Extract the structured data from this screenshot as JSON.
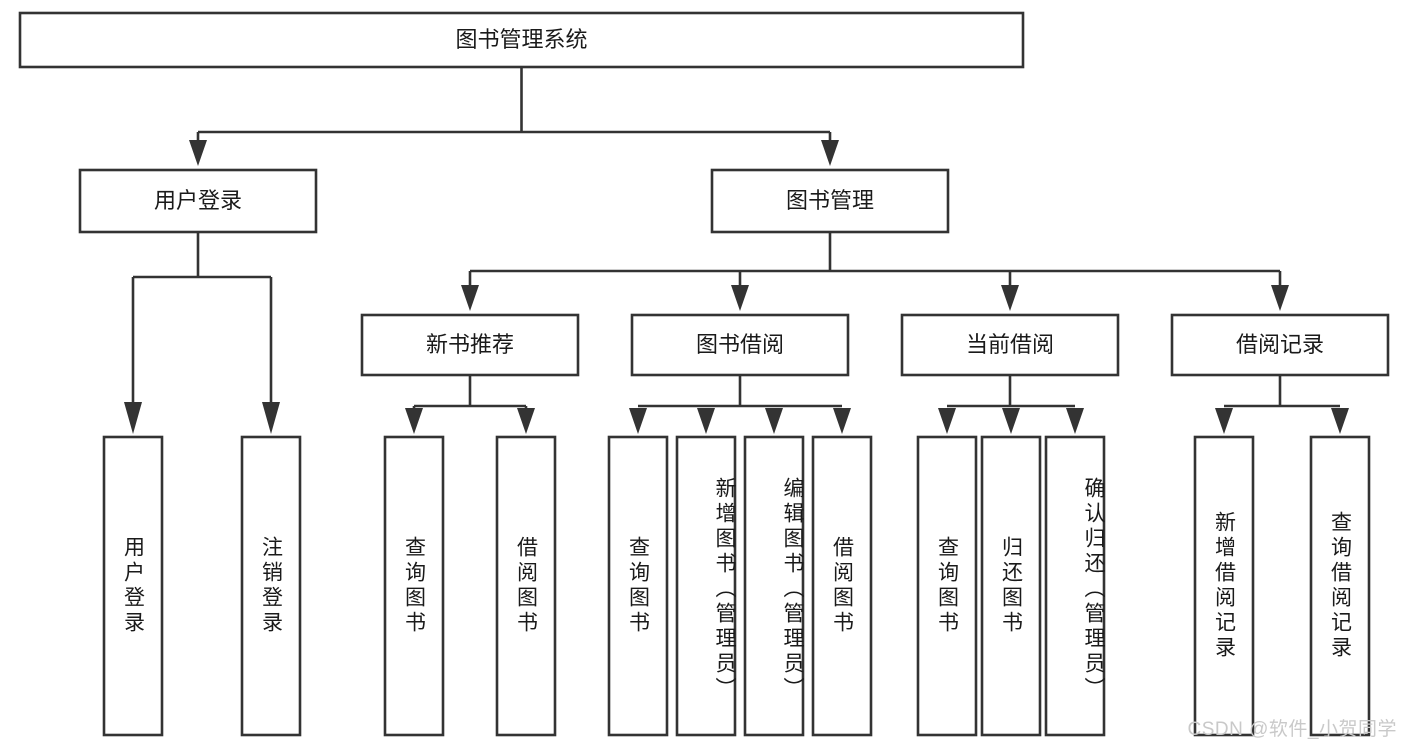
{
  "diagram": {
    "title": "图书管理系统",
    "type": "tree-hierarchy",
    "watermark": "CSDN @软件_小贺同学",
    "colors": {
      "stroke": "#333333",
      "box_fill": "#ffffff",
      "text": "#1a1a1a",
      "watermark": "#c9c9c9",
      "background": "#ffffff"
    },
    "root": {
      "label": "图书管理系统"
    },
    "level2": [
      {
        "label": "用户登录"
      },
      {
        "label": "图书管理"
      }
    ],
    "level3": [
      {
        "label": "新书推荐"
      },
      {
        "label": "图书借阅"
      },
      {
        "label": "当前借阅"
      },
      {
        "label": "借阅记录"
      }
    ],
    "leaves": {
      "user_login": [
        {
          "label": "用户登录"
        },
        {
          "label": "注销登录"
        }
      ],
      "new_book_recommend": [
        {
          "label": "查询图书"
        },
        {
          "label": "借阅图书"
        }
      ],
      "book_borrow": [
        {
          "label": "查询图书"
        },
        {
          "label": "新增图书（管理员）"
        },
        {
          "label": "编辑图书（管理员）"
        },
        {
          "label": "借阅图书"
        }
      ],
      "current_borrow": [
        {
          "label": "查询图书"
        },
        {
          "label": "归还图书"
        },
        {
          "label": "确认归还（管理员）"
        }
      ],
      "borrow_record": [
        {
          "label": "新增借阅记录"
        },
        {
          "label": "查询借阅记录"
        }
      ]
    }
  }
}
